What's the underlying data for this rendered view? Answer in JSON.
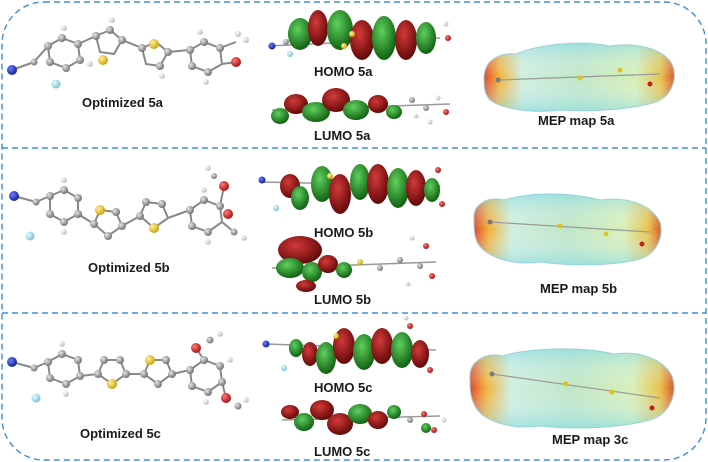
{
  "rows": [
    {
      "optimized_label": "Optimized 5a",
      "homo_label": "HOMO 5a",
      "lumo_label": "LUMO 5a",
      "mep_label": "MEP map 5a"
    },
    {
      "optimized_label": "Optimized 5b",
      "homo_label": "HOMO 5b",
      "lumo_label": "LUMO 5b",
      "mep_label": "MEP map 5b"
    },
    {
      "optimized_label": "Optimized 5c",
      "homo_label": "HOMO 5c",
      "lumo_label": "LUMO 5c",
      "mep_label": "MEP map 3c"
    }
  ],
  "colors": {
    "border": "#3d8fd6",
    "carbon": "#8a8a8a",
    "hydrogen": "#d8d8d8",
    "sulfur": "#e8c21a",
    "oxygen": "#d42020",
    "nitrogen": "#1b2fb5",
    "fluorine": "#8fd6e0",
    "orbital_red": "#8b1010",
    "orbital_green": "#1f8a1f"
  }
}
